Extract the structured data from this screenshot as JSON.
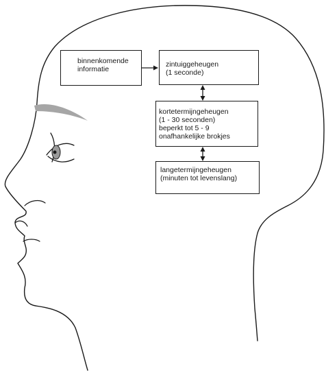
{
  "diagram": {
    "boxes": {
      "input": {
        "lines": [
          "binnenkomende",
          "informatie"
        ]
      },
      "sensory": {
        "lines": [
          "zintuiggeheugen",
          "(1 seconde)"
        ]
      },
      "short_term": {
        "lines": [
          "kortetermijngeheugen",
          "(1 - 30 seconden)",
          "beperkt tot 5 - 9",
          "onafhankelijke brokjes"
        ]
      },
      "long_term": {
        "lines": [
          "langetermijngeheugen",
          "(minuten tot levenslang)"
        ]
      }
    },
    "colors": {
      "line": "#1a1a1a",
      "eyebrow": "#a6a6a6",
      "iris": "#9a9a9a"
    }
  }
}
